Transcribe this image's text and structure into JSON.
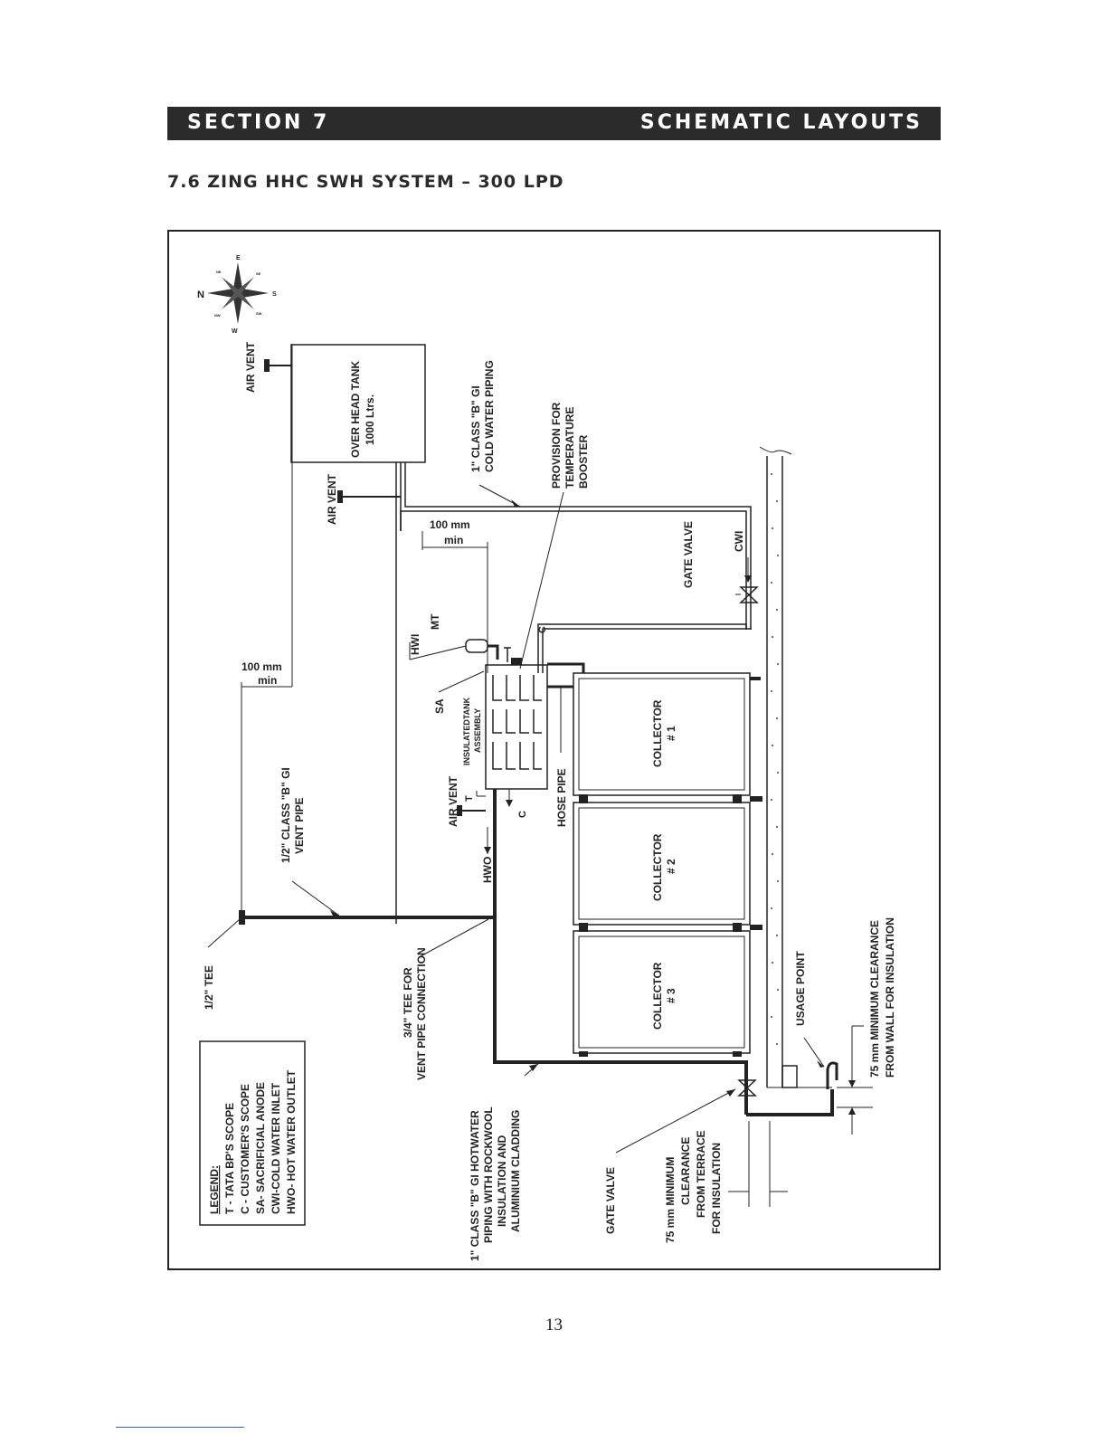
{
  "header": {
    "section": "SECTION 7",
    "title": "SCHEMATIC LAYOUTS"
  },
  "subtitle": "7.6 ZING HHC SWH SYSTEM – 300  LPD",
  "compass": {
    "n": "N",
    "e": "E",
    "s": "S",
    "w": "W",
    "ne": "NE",
    "se": "SE",
    "sw": "SW",
    "nw": "NW"
  },
  "labels": {
    "air_vent_top": "AIR VENT",
    "tank_line1": "OVER HEAD TANK",
    "tank_line2": "1000 Ltrs.",
    "air_vent_mid": "AIR VENT",
    "cold_pipe1": "1\" CLASS \"B\" GI",
    "cold_pipe2": "COLD WATER PIPING",
    "booster1": "PROVISION FOR",
    "booster2": "TEMPERATURE",
    "booster3": "BOOSTER",
    "dim_100_a1": "100 mm",
    "dim_100_a2": "min",
    "dim_100_b1": "100 mm",
    "dim_100_b2": "min",
    "gate_valve_top": "GATE VALVE",
    "cwi": "CWI",
    "hwi": "HWI",
    "mt": "MT",
    "c_top": "C",
    "sa": "SA",
    "tank_assy1": "INSULATEDTANK",
    "tank_assy2": "ASSEMBLY",
    "collector1_a": "COLLECTOR",
    "collector1_b": "# 1",
    "collector2_a": "COLLECTOR",
    "collector2_b": "# 2",
    "collector3_a": "COLLECTOR",
    "collector3_b": "# 3",
    "air_vent_low": "AIR VENT",
    "t": "T",
    "c_low": "C",
    "hose_pipe": "HOSE PIPE",
    "hwo": "HWO",
    "vent_pipe1": "1/2\" CLASS \"B\" GI",
    "vent_pipe2": "VENT PIPE",
    "half_tee": "1/2\" TEE",
    "tee34_1": "3/4\" TEE FOR",
    "tee34_2": "VENT PIPE CONNECTION",
    "hot_pipe1": "1\" CLASS \"B\" GI HOTWATER",
    "hot_pipe2": "PIPING WITH ROCKWOOL",
    "hot_pipe3": "INSULATION AND",
    "hot_pipe4": "ALUMINIUM CLADDING",
    "gate_valve_bottom": "GATE VALVE",
    "terrace1": "75 mm MINIMUM",
    "terrace2": "CLEARANCE",
    "terrace3": "FROM TERRACE",
    "terrace4": "FOR INSULATION",
    "usage_point": "USAGE POINT",
    "wall1": "75 mm MINIMUM CLEARANCE",
    "wall2": "FROM WALL FOR INSULATION"
  },
  "legend": {
    "title": "LEGEND:",
    "items": [
      "T - TATA BP'S SCOPE",
      "C - CUSTOMER'S SCOPE",
      "SA- SACRIFICIAL ANODE",
      "CWI-COLD WATER INLET",
      "HWO- HOT WATER OUTLET"
    ]
  },
  "page_number": "13"
}
